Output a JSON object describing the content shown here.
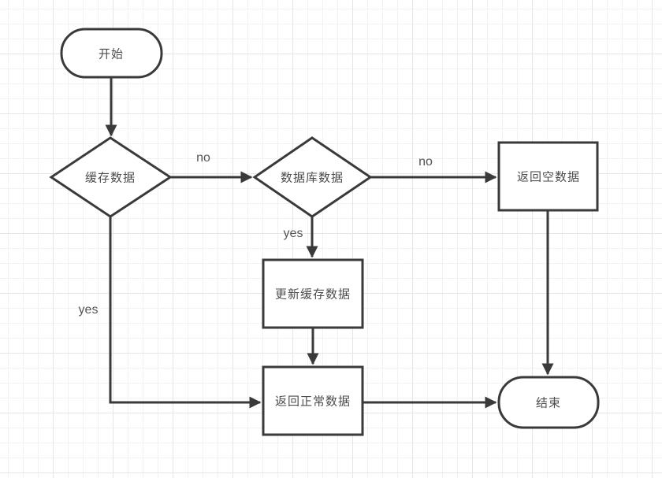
{
  "diagram": {
    "type": "flowchart",
    "nodes": [
      {
        "id": "start",
        "shape": "stadium",
        "label": "开始"
      },
      {
        "id": "cache-check",
        "shape": "diamond",
        "label": "缓存数据"
      },
      {
        "id": "db-check",
        "shape": "diamond",
        "label": "数据库数据"
      },
      {
        "id": "return-empty",
        "shape": "rect",
        "label": "返回空数据"
      },
      {
        "id": "update-cache",
        "shape": "rect",
        "label": "更新缓存数据"
      },
      {
        "id": "return-normal",
        "shape": "rect",
        "label": "返回正常数据"
      },
      {
        "id": "end",
        "shape": "stadium",
        "label": "结束"
      }
    ],
    "edges": [
      {
        "from": "start",
        "to": "cache-check",
        "label": ""
      },
      {
        "from": "cache-check",
        "to": "db-check",
        "label": "no"
      },
      {
        "from": "db-check",
        "to": "return-empty",
        "label": "no"
      },
      {
        "from": "db-check",
        "to": "update-cache",
        "label": "yes"
      },
      {
        "from": "update-cache",
        "to": "return-normal",
        "label": ""
      },
      {
        "from": "cache-check",
        "to": "return-normal",
        "label": "yes"
      },
      {
        "from": "return-normal",
        "to": "end",
        "label": ""
      },
      {
        "from": "return-empty",
        "to": "end",
        "label": ""
      }
    ],
    "colors": {
      "stroke": "#3a3a3a",
      "text": "#4d4d4d",
      "grid_minor": "#f2f2f2",
      "grid_major": "#e6e6e6",
      "background": "#ffffff"
    }
  }
}
